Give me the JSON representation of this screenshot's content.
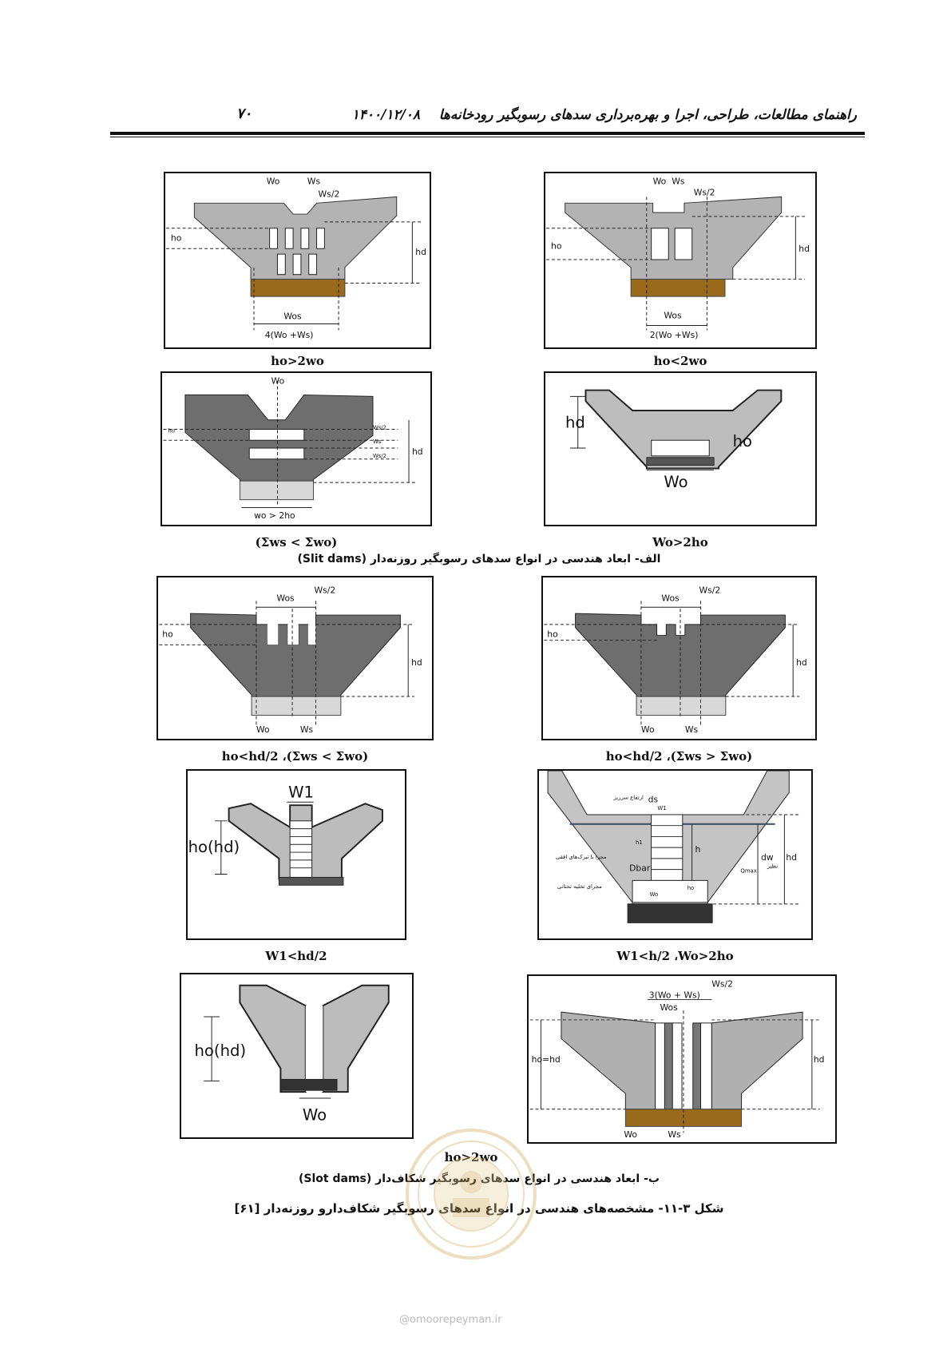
{
  "header": {
    "page_number": "۷۰",
    "title": "راهنمای مطالعات، طراحی، اجرا و بهره‌برداری سدهای رسوبگیر رودخانه‌ها",
    "date": "۱۴۰۰/۱۲/۰۸"
  },
  "panels": {
    "p1": {
      "caption": "ho<2wo",
      "wo": "Wo",
      "ws": "Ws",
      "ws2": "Ws/2",
      "ho": "ho",
      "hd": "hd",
      "wos": "Wos",
      "formula": "2(Wo +Ws)"
    },
    "p2": {
      "caption": "ho>2wo",
      "wo": "Wo",
      "ws": "Ws",
      "ws2": "Ws/2",
      "ho": "ho",
      "hd": "hd",
      "wos": "Wos",
      "formula": "4(Wo +Ws)"
    },
    "p3": {
      "caption": "Wo>2ho",
      "ho": "ho",
      "hd": "hd",
      "wo": "Wo"
    },
    "p4": {
      "caption": "(Σws < Σwo)",
      "wo": "Wo",
      "ws": "Ws",
      "ws2a": "Ws/2",
      "ws2b": "Ws/2",
      "ho": "ho",
      "hd": "hd",
      "bottom": "wo > 2ho"
    },
    "p5": {
      "caption": "ho<hd/2 ،(Σws > Σwo)",
      "wos": "Wos",
      "ws2": "Ws/2",
      "ho": "ho",
      "hd": "hd",
      "wo": "Wo",
      "ws": "Ws"
    },
    "p6": {
      "caption": "ho<hd/2 ،(Σws < Σwo)",
      "wos": "Wos",
      "ws2": "Ws/2",
      "ho": "ho",
      "hd": "hd",
      "wo": "Wo",
      "ws": "Ws"
    },
    "p7": {
      "caption": "W1<h/2 ،Wo>2ho",
      "ds": "ds",
      "overflow": "ارتفاع سرریز",
      "w1": "W1",
      "h1": "h1",
      "h": "h",
      "dw": "dw",
      "hd": "hd",
      "qmax": "Qmax",
      "qmax_fa": "نظیر",
      "dbar": "Dbar",
      "channel": "مجرا با تیرک‌های افقی",
      "bottom_channel": "مجرای تخلیه تحتانی",
      "wo": "Wo",
      "ho": "ho"
    },
    "p8": {
      "caption": "W1<hd/2",
      "w1": "W1",
      "ho_hd": "ho(hd)"
    },
    "p9": {
      "caption": "ho>2wo",
      "formula": "3(Wo + Ws)",
      "wos": "Wos",
      "ws2": "Ws/2",
      "ho_eq": "ho=hd",
      "hd": "hd",
      "wo": "Wo",
      "ws": "Ws"
    },
    "p10": {
      "ho_hd": "ho(hd)",
      "wo": "Wo"
    }
  },
  "caption_alef": "الف- ابعاد هندسی در انواع سدهای رسوبگیر روزنه‌دار (Slit dams)",
  "caption_be": "ب- ابعاد هندسی در انواع سدهای رسوبگیر شکاف‌دار (Slot dams)",
  "figure_caption": "شکل ۳-۱۱- مشخصه‌های هندسی در انواع سدهای رسوبگیر شکاف‌دارو روزنه‌دار [۶۱]",
  "footer": "@omoorepeyman.ir"
}
